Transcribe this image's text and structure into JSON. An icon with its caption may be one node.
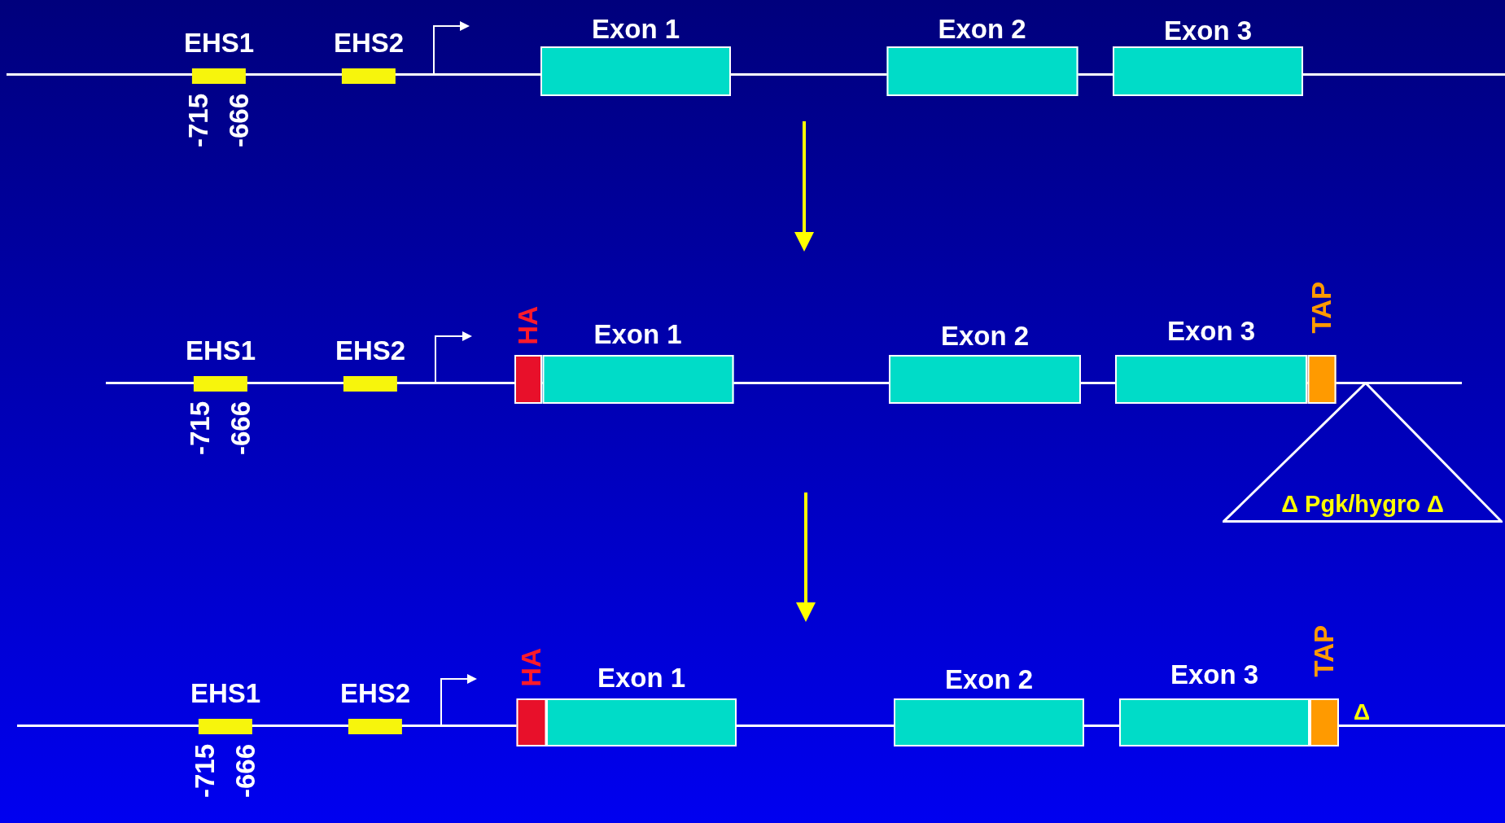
{
  "diagram": {
    "nodes": [
      {
        "text": [],
        "shape": "bar"
      },
      {
        "text": [
          "EHS1"
        ],
        "beside": [
          "-715",
          "-666"
        ]
      },
      {
        "text": [
          "EHS2"
        ]
      },
      {
        "text": [
          "Exon 1"
        ]
      },
      {
        "text": [
          "Exon 2"
        ]
      },
      {
        "text": [
          "Exon 3"
        ]
      },
      {
        "text": [],
        "shape": "bar"
      },
      {
        "text": [
          "EHS1"
        ],
        "beside": [
          "-715",
          "-666"
        ]
      },
      {
        "text": [
          "EHS2"
        ]
      },
      {
        "text": [
          "HA"
        ]
      },
      {
        "text": [
          "Exon 1"
        ]
      },
      {
        "text": [
          "Exon 2"
        ]
      },
      {
        "text": [
          "Exon 3"
        ]
      },
      {
        "text": [
          "TAP"
        ]
      },
      {
        "text": [
          "Δ Pgk/hygro Δ"
        ]
      },
      {
        "text": [],
        "shape": "bar"
      },
      {
        "text": [
          "EHS1"
        ],
        "beside": [
          "-715",
          "-666"
        ]
      },
      {
        "text": [
          "EHS2"
        ]
      },
      {
        "text": [
          "HA"
        ]
      },
      {
        "text": [
          "Exon 1"
        ]
      },
      {
        "text": [
          "Exon 2"
        ]
      },
      {
        "text": [
          "Exon 3"
        ]
      },
      {
        "text": [
          "TAP"
        ]
      }
    ],
    "edges": [
      {
        "from": 0,
        "to": null,
        "arrow": "to"
      },
      {
        "from": 6,
        "to": null,
        "arrow": "to"
      },
      {
        "from": 15,
        "to": null,
        "arrow": "to"
      }
    ],
    "labels": [
      "Δ"
    ]
  }
}
